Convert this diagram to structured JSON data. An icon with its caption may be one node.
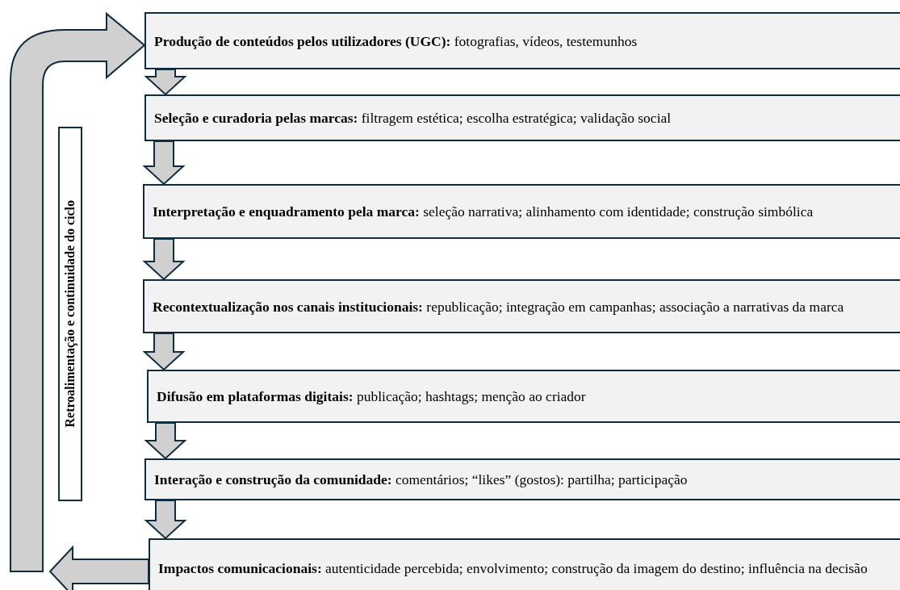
{
  "diagram": {
    "nodes": [
      {
        "text": [
          "**Produção de conteúdos pelos utilizadores (UGC):** fotografias, vídeos, testemunhos"
        ]
      },
      {
        "text": [
          "**Seleção e curadoria pelas marcas:** filtragem estética; escolha estratégica; validação social"
        ]
      },
      {
        "text": [
          "**Interpretação e enquadramento pela marca:** seleção narrativa; alinhamento com identidade; construção simbólica"
        ]
      },
      {
        "text": [
          "**Recontextualização nos canais institucionais:** republicação; integração em campanhas; associação a narrativas da marca"
        ]
      },
      {
        "text": [
          "**Difusão em plataformas digitais:** publicação; hashtags; menção ao criador"
        ]
      },
      {
        "text": [
          "**Interação e construção da comunidade:** comentários; “likes” (gostos): partilha; participação"
        ]
      },
      {
        "text": [
          "**Impactos comunicacionais:** autenticidade percebida; envolvimento; construção da imagem do destino; influência na decisão"
        ]
      },
      {
        "text": [
          "Retroalimentação e continuidade do ciclo"
        ]
      }
    ],
    "edges": [
      {
        "from": 0,
        "to": 1,
        "arrow": "to"
      },
      {
        "from": 1,
        "to": 2,
        "arrow": "to"
      },
      {
        "from": 2,
        "to": 3,
        "arrow": "to"
      },
      {
        "from": 3,
        "to": 4,
        "arrow": "to"
      },
      {
        "from": 4,
        "to": 5,
        "arrow": "to"
      },
      {
        "from": 5,
        "to": 6,
        "arrow": "to"
      },
      {
        "from": 6,
        "to": null,
        "arrow": "to"
      },
      {
        "from": null,
        "to": 0,
        "arrow": "to"
      }
    ]
  }
}
